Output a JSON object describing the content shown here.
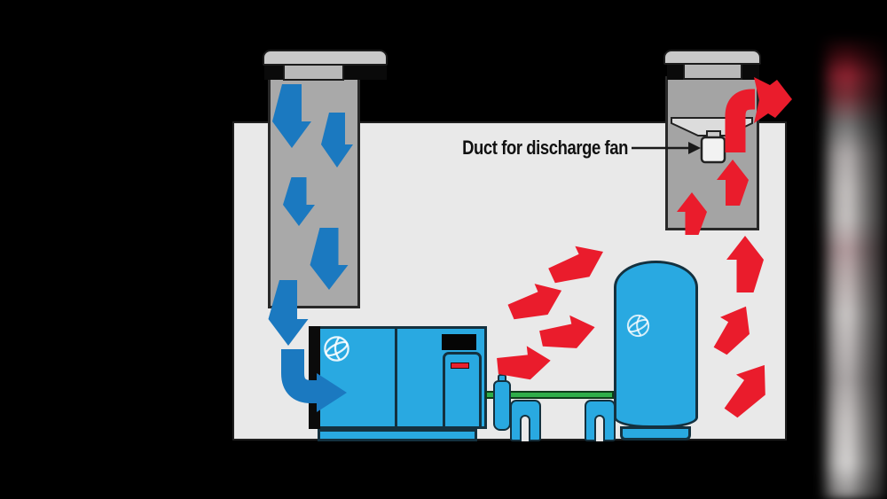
{
  "annotation": {
    "label": "Duct for discharge fan"
  },
  "arrows": {
    "cool_air_name": "cool-intake-air-arrow",
    "hot_air_name": "hot-discharge-air-arrow",
    "cool_air_color": "#1b79c0",
    "hot_air_color": "#ea1c2c"
  },
  "colors": {
    "background": "#000000",
    "room_interior": "#e9e9e9",
    "duct_body_gray": "#a9a9a9",
    "duct_cap_gray": "#c9c9c9",
    "machine_blue": "#29a9e1",
    "pipe_green": "#2fae49",
    "fan_box_white": "#f2f2f2",
    "annotation_text": "#111111"
  }
}
